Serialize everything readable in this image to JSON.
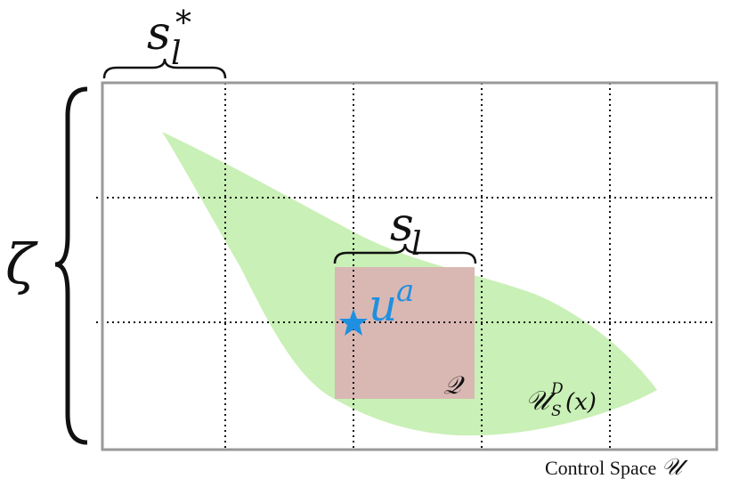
{
  "figure": {
    "control_space_caption": "Control Space",
    "control_space_symbol": "𝒰",
    "zeta_label": "ζ",
    "s_l_star_label": "s",
    "s_l_star_sub": "l",
    "s_l_star_sup": "*",
    "s_l_label": "s",
    "s_l_sub": "l",
    "u_a_label": "u",
    "u_a_sup": "a",
    "q_label": "𝒬",
    "feasible_set_label": "𝒰",
    "feasible_set_sup": "D",
    "feasible_set_sub": "S",
    "feasible_set_arg": "(x)"
  },
  "colors": {
    "grid_border": "#999999",
    "grid_lines": "#111111",
    "feasible_region": "#c9f0b6",
    "q_region": "#d9b8b4",
    "star": "#1f8fe0",
    "text": "#111111"
  }
}
